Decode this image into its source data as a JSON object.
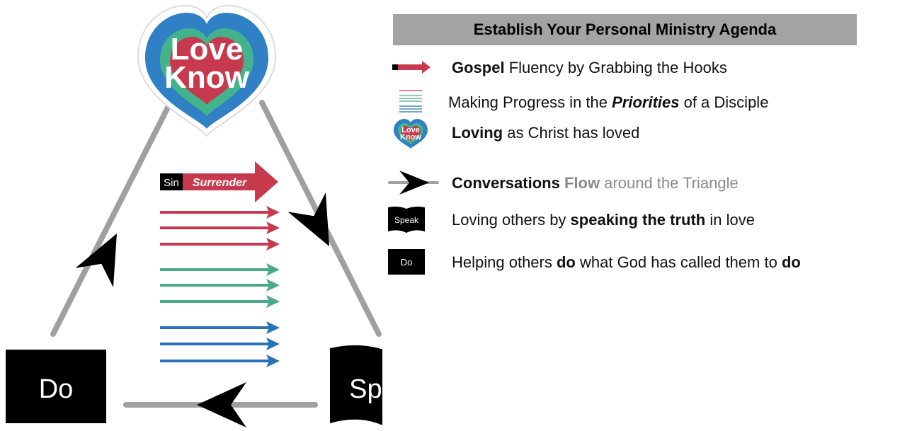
{
  "diagram": {
    "heart_line1": "Love",
    "heart_line2": "Know",
    "sin_label": "Sin",
    "surrender_label": "Surrender",
    "do_label": "Do",
    "speak_label": "Speak"
  },
  "legend": {
    "header": "Establish Your Personal Ministry Agenda",
    "rows": [
      {
        "icon": "sin-surrender-arrow-icon",
        "bold": "Gospel",
        "rest": " Fluency by Grabbing the Hooks"
      },
      {
        "icon": "priority-arrows-icon",
        "pre": "Making Progress in the ",
        "bolditalic": "Priorities",
        "rest": " of a Disciple"
      },
      {
        "icon": "love-know-heart-icon",
        "bold": "Loving",
        "rest": " as Christ has loved",
        "icon_line1": "Love",
        "icon_line2": "Know"
      },
      {
        "icon": "flow-arrowhead-icon",
        "bold": "Conversations",
        "gray": "Flow",
        "rest": " around the Triangle"
      },
      {
        "icon": "speak-book-icon",
        "pre": "Loving others by ",
        "bold": "speaking the truth",
        "rest": " in love",
        "icon_label": "Speak"
      },
      {
        "icon": "do-box-icon",
        "pre": "Helping others ",
        "bold": "do",
        "mid": " what God has called them to ",
        "bold2": "do",
        "icon_label": "Do"
      }
    ]
  },
  "colors": {
    "red": "#c73a4d",
    "green": "#4ba98a",
    "blue": "#2a72b8",
    "heart_outer": "#2f80c4",
    "heart_mid": "#43b38c",
    "gray_line": "#a0a0a0",
    "header_bg": "#a3a3a3"
  }
}
